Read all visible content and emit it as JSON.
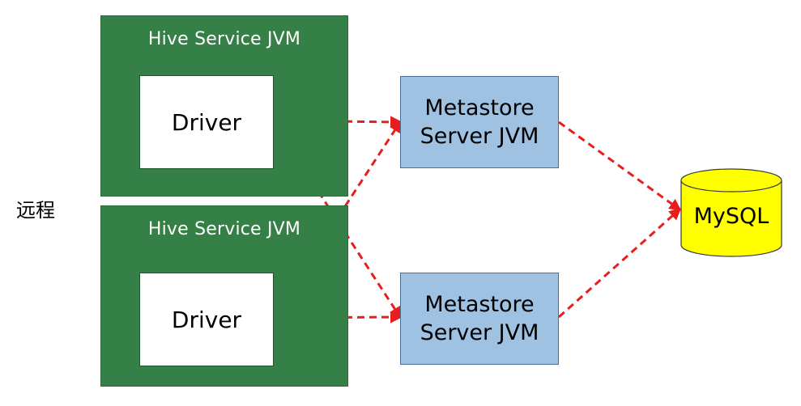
{
  "side_label": "远程",
  "hive_services": [
    {
      "title": "Hive Service JVM",
      "driver_label": "Driver"
    },
    {
      "title": "Hive Service JVM",
      "driver_label": "Driver"
    }
  ],
  "metastore_servers": [
    {
      "line1": "Metastore",
      "line2": "Server JVM"
    },
    {
      "line1": "Metastore",
      "line2": "Server JVM"
    }
  ],
  "database": {
    "label": "MySQL"
  },
  "colors": {
    "hive_box": "#358047",
    "metastore_box": "#9fc2e3",
    "database_fill": "#ffff00",
    "connector": "#e61e1e"
  }
}
